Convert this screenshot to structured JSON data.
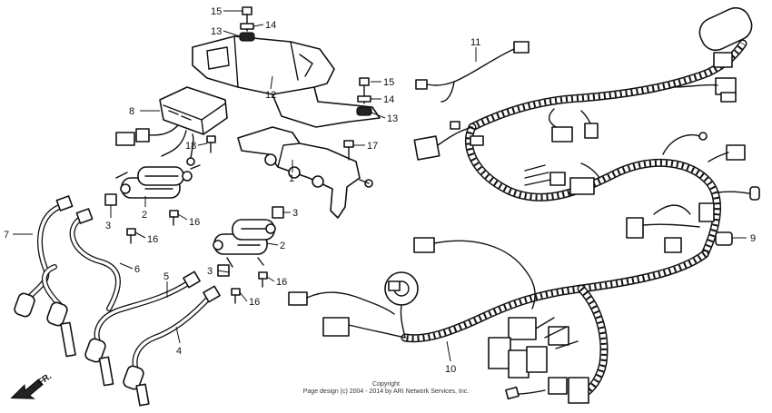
{
  "diagram": {
    "callouts": [
      "1",
      "2",
      "2",
      "3",
      "3",
      "3",
      "4",
      "5",
      "6",
      "7",
      "8",
      "9",
      "10",
      "11",
      "12",
      "13",
      "13",
      "14",
      "14",
      "15",
      "15",
      "16",
      "16",
      "16",
      "16",
      "17",
      "18"
    ],
    "direction_label": "FR.",
    "copyright_line_1": "Copyright",
    "copyright_line_2": "Page design (c) 2004 - 2014 by ARI Network Services, Inc.",
    "line_color": "#111111",
    "background_color": "#ffffff"
  }
}
